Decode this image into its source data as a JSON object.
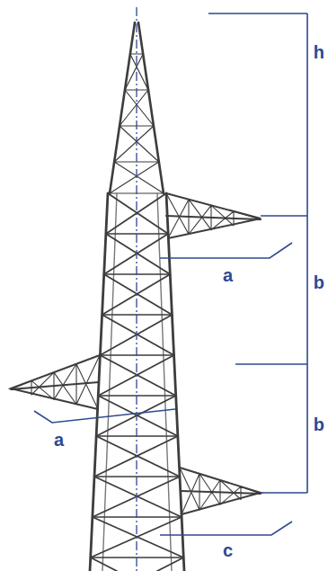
{
  "diagram": {
    "labels": [
      "h",
      "b",
      "a",
      "b",
      "a",
      "c"
    ]
  }
}
